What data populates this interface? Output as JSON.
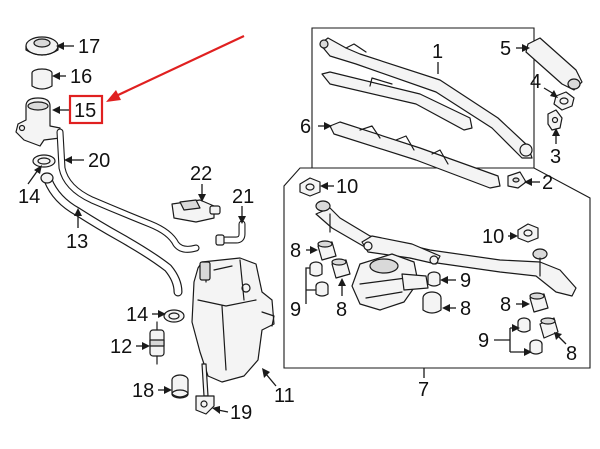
{
  "diagram": {
    "highlight_color": "#e02020",
    "highlighted_callout": "15",
    "callouts": {
      "c1": "1",
      "c2": "2",
      "c3": "3",
      "c4": "4",
      "c5": "5",
      "c6": "6",
      "c7": "7",
      "c8a": "8",
      "c8b": "8",
      "c8c": "8",
      "c8d": "8",
      "c8e": "8",
      "c9a": "9",
      "c9b": "9",
      "c9c": "9",
      "c10a": "10",
      "c10b": "10",
      "c11": "11",
      "c12": "12",
      "c13": "13",
      "c14a": "14",
      "c14b": "14",
      "c15": "15",
      "c16": "16",
      "c17": "17",
      "c18": "18",
      "c19": "19",
      "c20": "20",
      "c21": "21",
      "c22": "22"
    }
  }
}
